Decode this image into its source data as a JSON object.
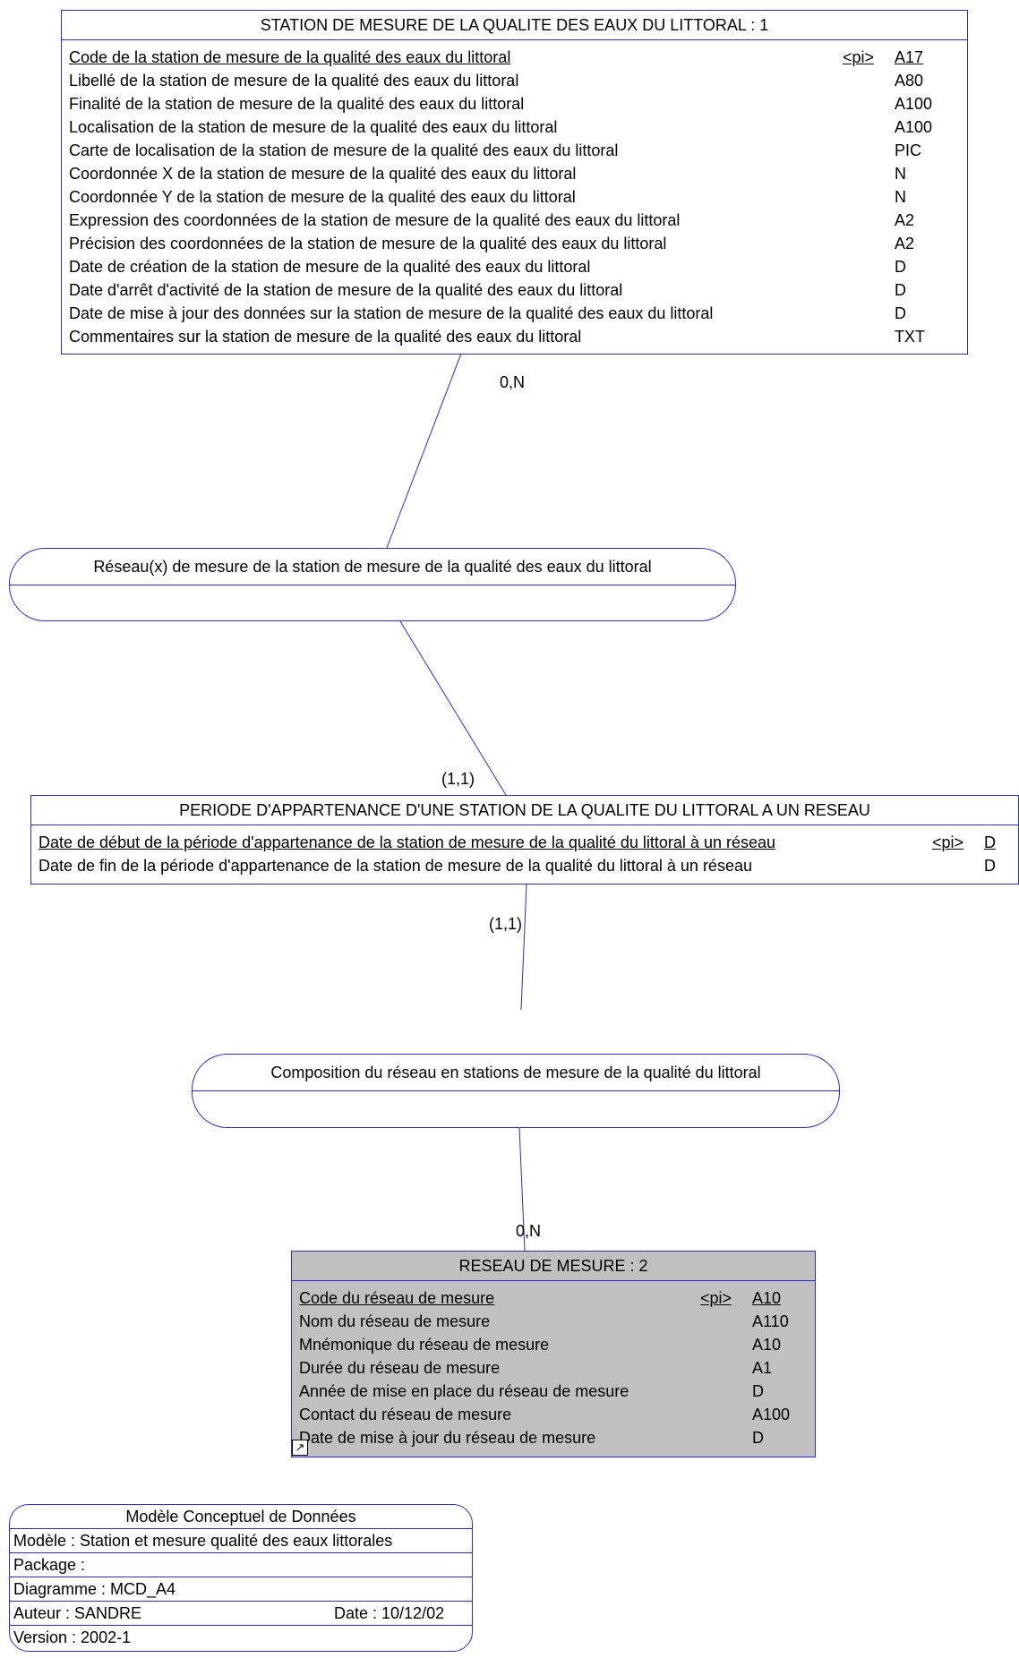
{
  "entities": {
    "station": {
      "title": "STATION DE MESURE DE LA QUALITE DES EAUX DU LITTORAL : 1",
      "pi": "<pi>",
      "attributes": [
        {
          "name": "Code de la station de mesure de la qualité des eaux du littoral",
          "type": "A17",
          "key": true
        },
        {
          "name": "Libellé de la station de mesure de la qualité des eaux du littoral",
          "type": "A80"
        },
        {
          "name": "Finalité de la station de mesure de la qualité des eaux du littoral",
          "type": "A100"
        },
        {
          "name": "Localisation de la station de mesure de la qualité des eaux du littoral",
          "type": "A100"
        },
        {
          "name": "Carte de localisation de la station de mesure de la qualité des eaux du littoral",
          "type": "PIC"
        },
        {
          "name": "Coordonnée X de la station de mesure de la qualité des eaux du littoral",
          "type": "N"
        },
        {
          "name": "Coordonnée Y de la station de mesure de la qualité des eaux du littoral",
          "type": "N"
        },
        {
          "name": "Expression des coordonnées de la station de mesure de la qualité des eaux du littoral",
          "type": "A2"
        },
        {
          "name": "Précision des coordonnées de la station de mesure de la qualité des eaux du littoral",
          "type": "A2"
        },
        {
          "name": "Date de création de la station de mesure de la qualité des eaux du littoral",
          "type": "D"
        },
        {
          "name": "Date d'arrêt d'activité de la station de mesure de la qualité des eaux du littoral",
          "type": "D"
        },
        {
          "name": "Date de mise à jour des données sur la station de mesure de la qualité des eaux du littoral",
          "type": "D"
        },
        {
          "name": "Commentaires sur la station de mesure de la qualité des eaux du littoral",
          "type": "TXT"
        }
      ]
    },
    "periode": {
      "title": "PERIODE D'APPARTENANCE D'UNE STATION DE LA QUALITE DU LITTORAL A UN RESEAU",
      "pi": "<pi>",
      "attributes": [
        {
          "name": "Date de début de la période d'appartenance de la station de mesure de la qualité du littoral à un réseau",
          "type": "D",
          "key": true
        },
        {
          "name": "Date de fin de la période d'appartenance de la station de mesure de la qualité du littoral à un réseau",
          "type": "D"
        }
      ]
    },
    "reseau": {
      "title": "RESEAU DE MESURE : 2",
      "pi": "<pi>",
      "attributes": [
        {
          "name": "Code du réseau de mesure",
          "type": "A10",
          "key": true
        },
        {
          "name": "Nom du réseau de mesure",
          "type": "A110"
        },
        {
          "name": "Mnémonique du réseau de mesure",
          "type": "A10"
        },
        {
          "name": "Durée du réseau de mesure",
          "type": "A1"
        },
        {
          "name": "Année de mise en place du réseau de mesure",
          "type": "D"
        },
        {
          "name": "Contact du réseau de mesure",
          "type": "A100"
        },
        {
          "name": "Date de mise à jour du réseau de mesure",
          "type": "D"
        }
      ]
    }
  },
  "associations": {
    "reseaux": {
      "title": "Réseau(x) de mesure de la station de mesure de la qualité des eaux du littoral"
    },
    "composition": {
      "title": "Composition du réseau en stations de mesure de la qualité du littoral"
    }
  },
  "cardinalities": {
    "station_reseaux": "0,N",
    "reseaux_periode": "(1,1)",
    "periode_composition": "(1,1)",
    "composition_reseau": "0,N"
  },
  "info": {
    "title": "Modèle Conceptuel de Données",
    "modele": "Modèle : Station et mesure qualité des eaux littorales",
    "package": "Package :",
    "diagramme": "Diagramme : MCD_A4",
    "auteur": "Auteur : SANDRE",
    "date": "Date : 10/12/02",
    "version": "Version : 2002-1"
  },
  "colors": {
    "border": "#2b2bd6",
    "highlight": "#c0c0c0"
  }
}
